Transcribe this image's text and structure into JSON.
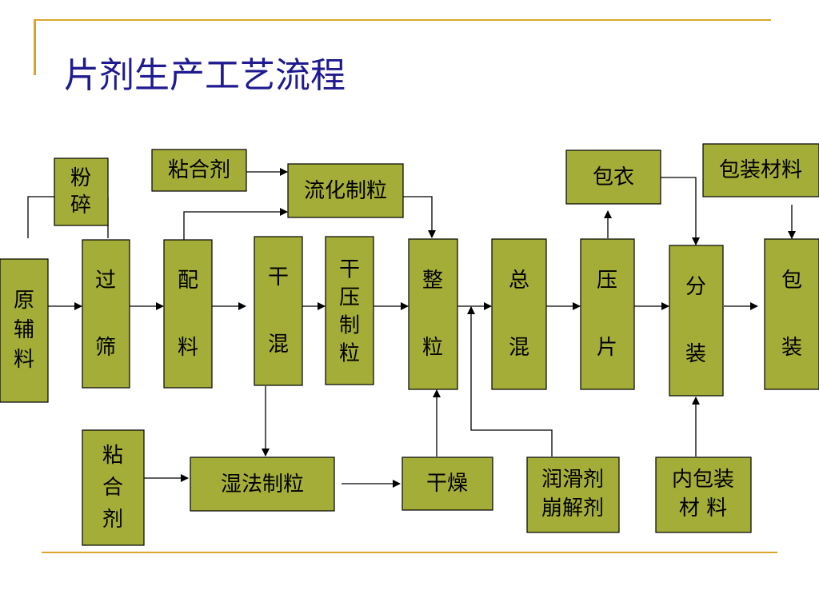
{
  "title": "片剂生产工艺流程",
  "colors": {
    "box_fill": "#A3AD37",
    "title": "#1F1A8F",
    "rule": "#D9A62B"
  },
  "nodes": {
    "raw_material": "原辅料",
    "crush": "粉碎",
    "sieve": "过筛",
    "mix_ingredients": "配料",
    "dry_mix": "干混",
    "dry_press_granulate": "干压制粒",
    "binder_top": "粘合剂",
    "fluid_granulation": "流化制粒",
    "sizing": "整粒",
    "final_mix": "总混",
    "compress": "压片",
    "coating": "包衣",
    "split_pack": "分装",
    "packing_material": "包装材料",
    "pack": "包装",
    "binder_bottom": "粘合剂",
    "wet_granulation": "湿法制粒",
    "drying": "干燥",
    "lubricant_disintegrant": "润滑剂崩解剂",
    "inner_packing_material": "内包装材料"
  }
}
